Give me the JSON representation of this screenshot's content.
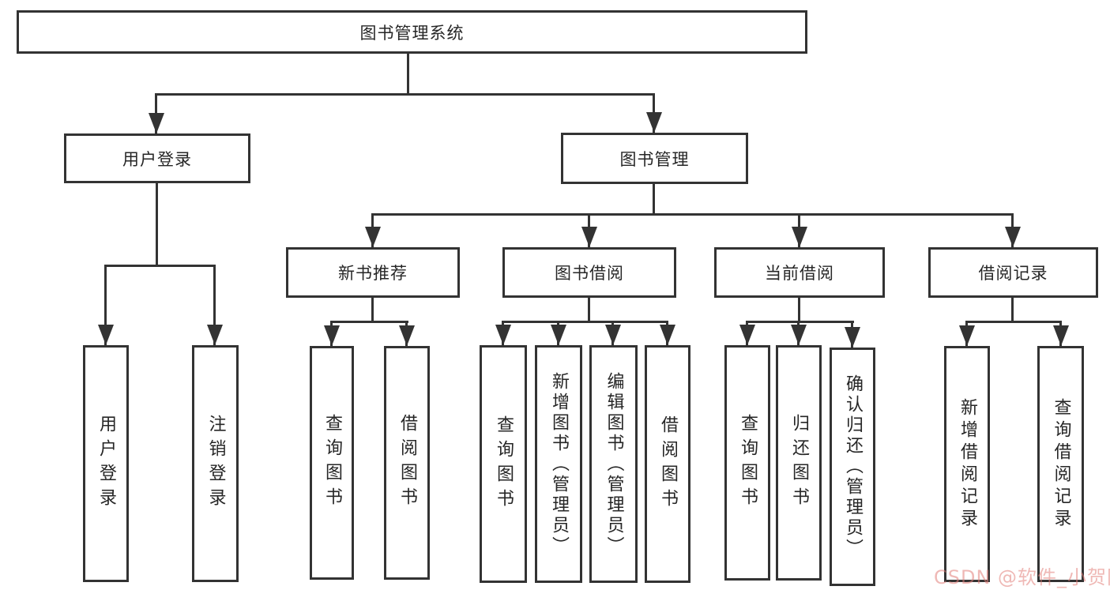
{
  "tree": {
    "label": "图书管理系统",
    "children": [
      {
        "label": "用户登录",
        "children": [
          {
            "label": "用户登录"
          },
          {
            "label": "注销登录"
          }
        ]
      },
      {
        "label": "图书管理",
        "children": [
          {
            "label": "新书推荐",
            "children": [
              {
                "label": "查询图书"
              },
              {
                "label": "借阅图书"
              }
            ]
          },
          {
            "label": "图书借阅",
            "children": [
              {
                "label": "查询图书"
              },
              {
                "label": "新增图书（管理员）"
              },
              {
                "label": "编辑图书（管理员）"
              },
              {
                "label": "借阅图书"
              }
            ]
          },
          {
            "label": "当前借阅",
            "children": [
              {
                "label": "查询图书"
              },
              {
                "label": "归还图书"
              },
              {
                "label": "确认归还（管理员）"
              }
            ]
          },
          {
            "label": "借阅记录",
            "children": [
              {
                "label": "新增借阅记录"
              },
              {
                "label": "查询借阅记录"
              }
            ]
          }
        ]
      }
    ]
  },
  "watermark": {
    "text": "CSDN @软件_小贺同学",
    "color": "rgba(226,125,120,0.55)"
  },
  "colors": {
    "line": "#333333",
    "box_border": "#333333",
    "text": "#262626",
    "background": "#ffffff"
  }
}
